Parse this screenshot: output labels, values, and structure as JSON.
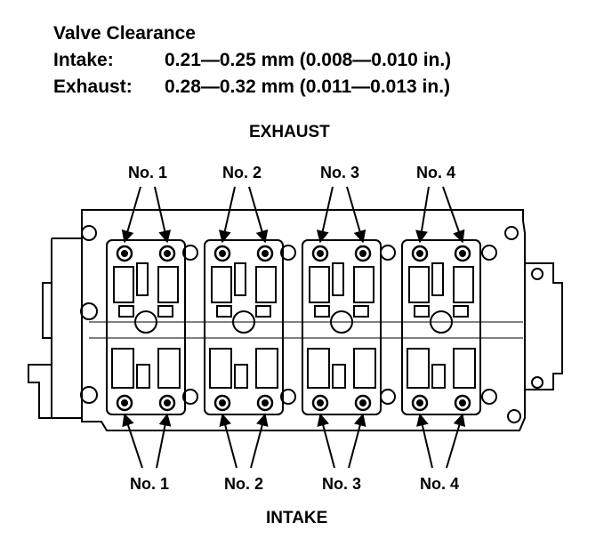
{
  "spec": {
    "title": "Valve Clearance",
    "intake_label": "Intake:",
    "intake_value": "0.21—0.25 mm (0.008—0.010 in.)",
    "exhaust_label": "Exhaust:",
    "exhaust_value": "0.28—0.32 mm (0.011—0.013 in.)"
  },
  "sides": {
    "exhaust": "EXHAUST",
    "intake": "INTAKE"
  },
  "cylinders": [
    "No. 1",
    "No. 2",
    "No. 3",
    "No. 4"
  ]
}
